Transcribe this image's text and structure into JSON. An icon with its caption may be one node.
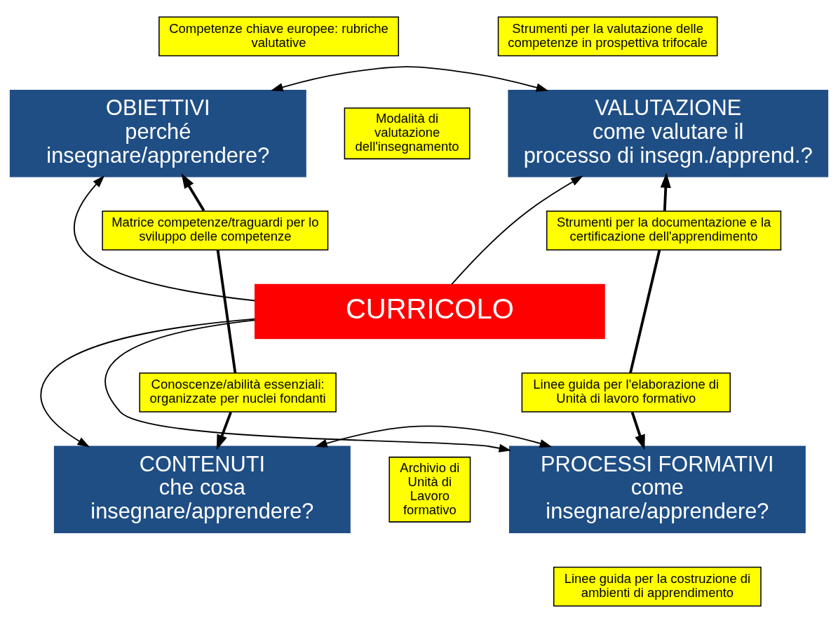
{
  "diagram": {
    "nodes": [
      {
        "text": [
          "CURRICOLO"
        ]
      },
      {
        "text": [
          "OBIETTIVI perché insegnare/apprendere?"
        ]
      },
      {
        "text": [
          "VALUTAZIONE come valutare il processo di insegn./apprend.?"
        ]
      },
      {
        "text": [
          "CONTENUTI che cosa insegnare/apprendere?"
        ]
      },
      {
        "text": [
          "PROCESSI FORMATIVI come insegnare/apprendere?"
        ]
      },
      {
        "text": [
          "Competenze chiave europee: rubriche valutative"
        ]
      },
      {
        "text": [
          "Modalità di valutazione dell'insegnamento"
        ]
      },
      {
        "text": [
          "Strumenti per la valutazione delle competenze in prospettiva trifocale"
        ]
      },
      {
        "text": [
          "Matrice competenze/traguardi per lo sviluppo delle competenze"
        ]
      },
      {
        "text": [
          "Strumenti per la documentazione e la certificazione dell'apprendimento"
        ]
      },
      {
        "text": [
          "Conoscenze/abilità essenziali: organizzate per nuclei fondanti"
        ]
      },
      {
        "text": [
          "Linee guida per l'elaborazione di Unità di lavoro formativo"
        ]
      },
      {
        "text": [
          "Archivio di Unità di Lavoro formativo"
        ]
      },
      {
        "text": [
          "Linee guida per la costruzione di ambienti di apprendimento"
        ]
      }
    ],
    "edges": [
      {
        "from": 1,
        "to": 2,
        "arrow": "both"
      },
      {
        "from": 3,
        "to": 4,
        "arrow": "both"
      },
      {
        "from": 0,
        "to": 1,
        "arrow": "to"
      },
      {
        "from": 0,
        "to": 2,
        "arrow": "to"
      },
      {
        "from": 0,
        "to": 3,
        "arrow": "to"
      },
      {
        "from": 0,
        "to": 4,
        "arrow": "to"
      },
      {
        "from": 8,
        "to": 1,
        "arrow": "to",
        "style": "thick"
      },
      {
        "from": 10,
        "to": 8,
        "arrow": "none",
        "style": "thick"
      },
      {
        "from": 10,
        "to": 3,
        "arrow": "to",
        "style": "thick"
      },
      {
        "from": 9,
        "to": 2,
        "arrow": "to",
        "style": "thick"
      },
      {
        "from": 11,
        "to": 9,
        "arrow": "none",
        "style": "thick"
      },
      {
        "from": 11,
        "to": 4,
        "arrow": "to",
        "style": "thick"
      }
    ]
  }
}
